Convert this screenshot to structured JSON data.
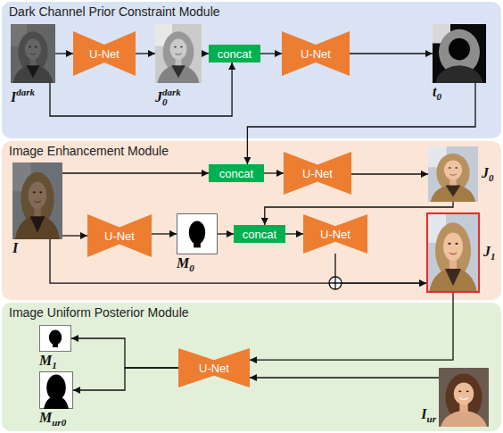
{
  "diagram": {
    "nodes": [
      {
        "text": [
          "Dark Channel Prior Constraint Module"
        ]
      },
      {
        "text": [
          "Idark"
        ],
        "in": 0
      },
      {
        "text": [
          "U-Net"
        ],
        "in": 0
      },
      {
        "text": [
          "J0dark"
        ],
        "in": 0
      },
      {
        "text": [
          "concat"
        ],
        "in": 0
      },
      {
        "text": [
          "U-Net"
        ],
        "in": 0
      },
      {
        "text": [
          "t0"
        ],
        "in": 0
      },
      {
        "text": [
          "Image Enhancement Module"
        ]
      },
      {
        "text": [
          "I"
        ],
        "in": 7
      },
      {
        "text": [
          "concat"
        ],
        "in": 7
      },
      {
        "text": [
          "U-Net"
        ],
        "in": 7
      },
      {
        "text": [
          "J0"
        ],
        "in": 7
      },
      {
        "text": [
          "U-Net"
        ],
        "in": 7
      },
      {
        "text": [
          "M0"
        ],
        "in": 7
      },
      {
        "text": [
          "concat"
        ],
        "in": 7
      },
      {
        "text": [
          "U-Net"
        ],
        "in": 7
      },
      {
        "text": [
          "J1"
        ],
        "in": 7
      },
      {
        "text": [
          "Image Uniform Posterior Module"
        ]
      },
      {
        "text": [
          "M1"
        ],
        "in": 17
      },
      {
        "text": [
          "Mur0"
        ],
        "in": 17
      },
      {
        "text": [
          "U-Net"
        ],
        "in": 17
      },
      {
        "text": [
          "Iur"
        ],
        "in": 17
      }
    ],
    "edges": [
      {
        "from": 1,
        "to": 2,
        "arrow": "to"
      },
      {
        "from": 2,
        "to": 3,
        "arrow": "to"
      },
      {
        "from": 3,
        "to": 4,
        "arrow": "to"
      },
      {
        "from": 1,
        "to": 4,
        "arrow": "to"
      },
      {
        "from": 4,
        "to": 5,
        "arrow": "to"
      },
      {
        "from": 5,
        "to": 6,
        "arrow": "to"
      },
      {
        "from": 6,
        "to": 9,
        "arrow": "to"
      },
      {
        "from": 8,
        "to": 9,
        "arrow": "to"
      },
      {
        "from": 9,
        "to": 10,
        "arrow": "to"
      },
      {
        "from": 10,
        "to": 11,
        "arrow": "to"
      },
      {
        "from": 8,
        "to": 12,
        "arrow": "to"
      },
      {
        "from": 12,
        "to": 13,
        "arrow": "to"
      },
      {
        "from": 13,
        "to": 14,
        "arrow": "to"
      },
      {
        "from": 11,
        "to": 14,
        "arrow": "to"
      },
      {
        "from": 14,
        "to": 15,
        "arrow": "to"
      },
      {
        "from": 15,
        "to": 16,
        "arrow": "to"
      },
      {
        "from": 8,
        "to": 16,
        "arrow": "to"
      },
      {
        "from": 16,
        "to": 20,
        "arrow": "to"
      },
      {
        "from": 21,
        "to": 20,
        "arrow": "to"
      },
      {
        "from": 20,
        "to": 18,
        "arrow": "to"
      },
      {
        "from": 20,
        "to": 19,
        "arrow": "to"
      }
    ]
  }
}
